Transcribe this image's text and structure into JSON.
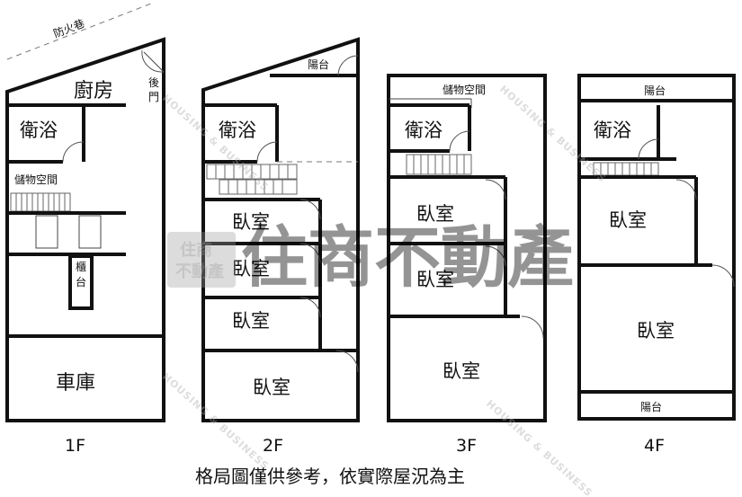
{
  "street_label": "防火巷",
  "floors": {
    "f1": {
      "label": "1F",
      "rooms": {
        "kitchen": "廚房",
        "back_door": "後\n門",
        "bath": "衛浴",
        "storage": "儲物空間",
        "counter": "櫃\n台",
        "garage": "車庫"
      }
    },
    "f2": {
      "label": "2F",
      "rooms": {
        "balcony": "陽台",
        "bath": "衛浴",
        "bedroom1": "臥室",
        "bedroom2": "臥室",
        "bedroom3": "臥室",
        "bedroom4": "臥室"
      }
    },
    "f3": {
      "label": "3F",
      "rooms": {
        "storage": "儲物空間",
        "bath": "衛浴",
        "bedroom1": "臥室",
        "bedroom2": "臥室",
        "bedroom3": "臥室"
      }
    },
    "f4": {
      "label": "4F",
      "rooms": {
        "balcony_top": "陽台",
        "bath": "衛浴",
        "bedroom1": "臥室",
        "bedroom2": "臥室",
        "balcony_bottom": "陽台"
      }
    }
  },
  "caption": "格局圖僅供參考，依實際屋況為主",
  "watermark": {
    "main": "住商不動產",
    "seal_top": "住商",
    "seal_bottom": "不動產",
    "diag": "HOUSING & BUSINESS"
  },
  "colors": {
    "wall": "#111111",
    "watermark": "#9a9a9a"
  }
}
